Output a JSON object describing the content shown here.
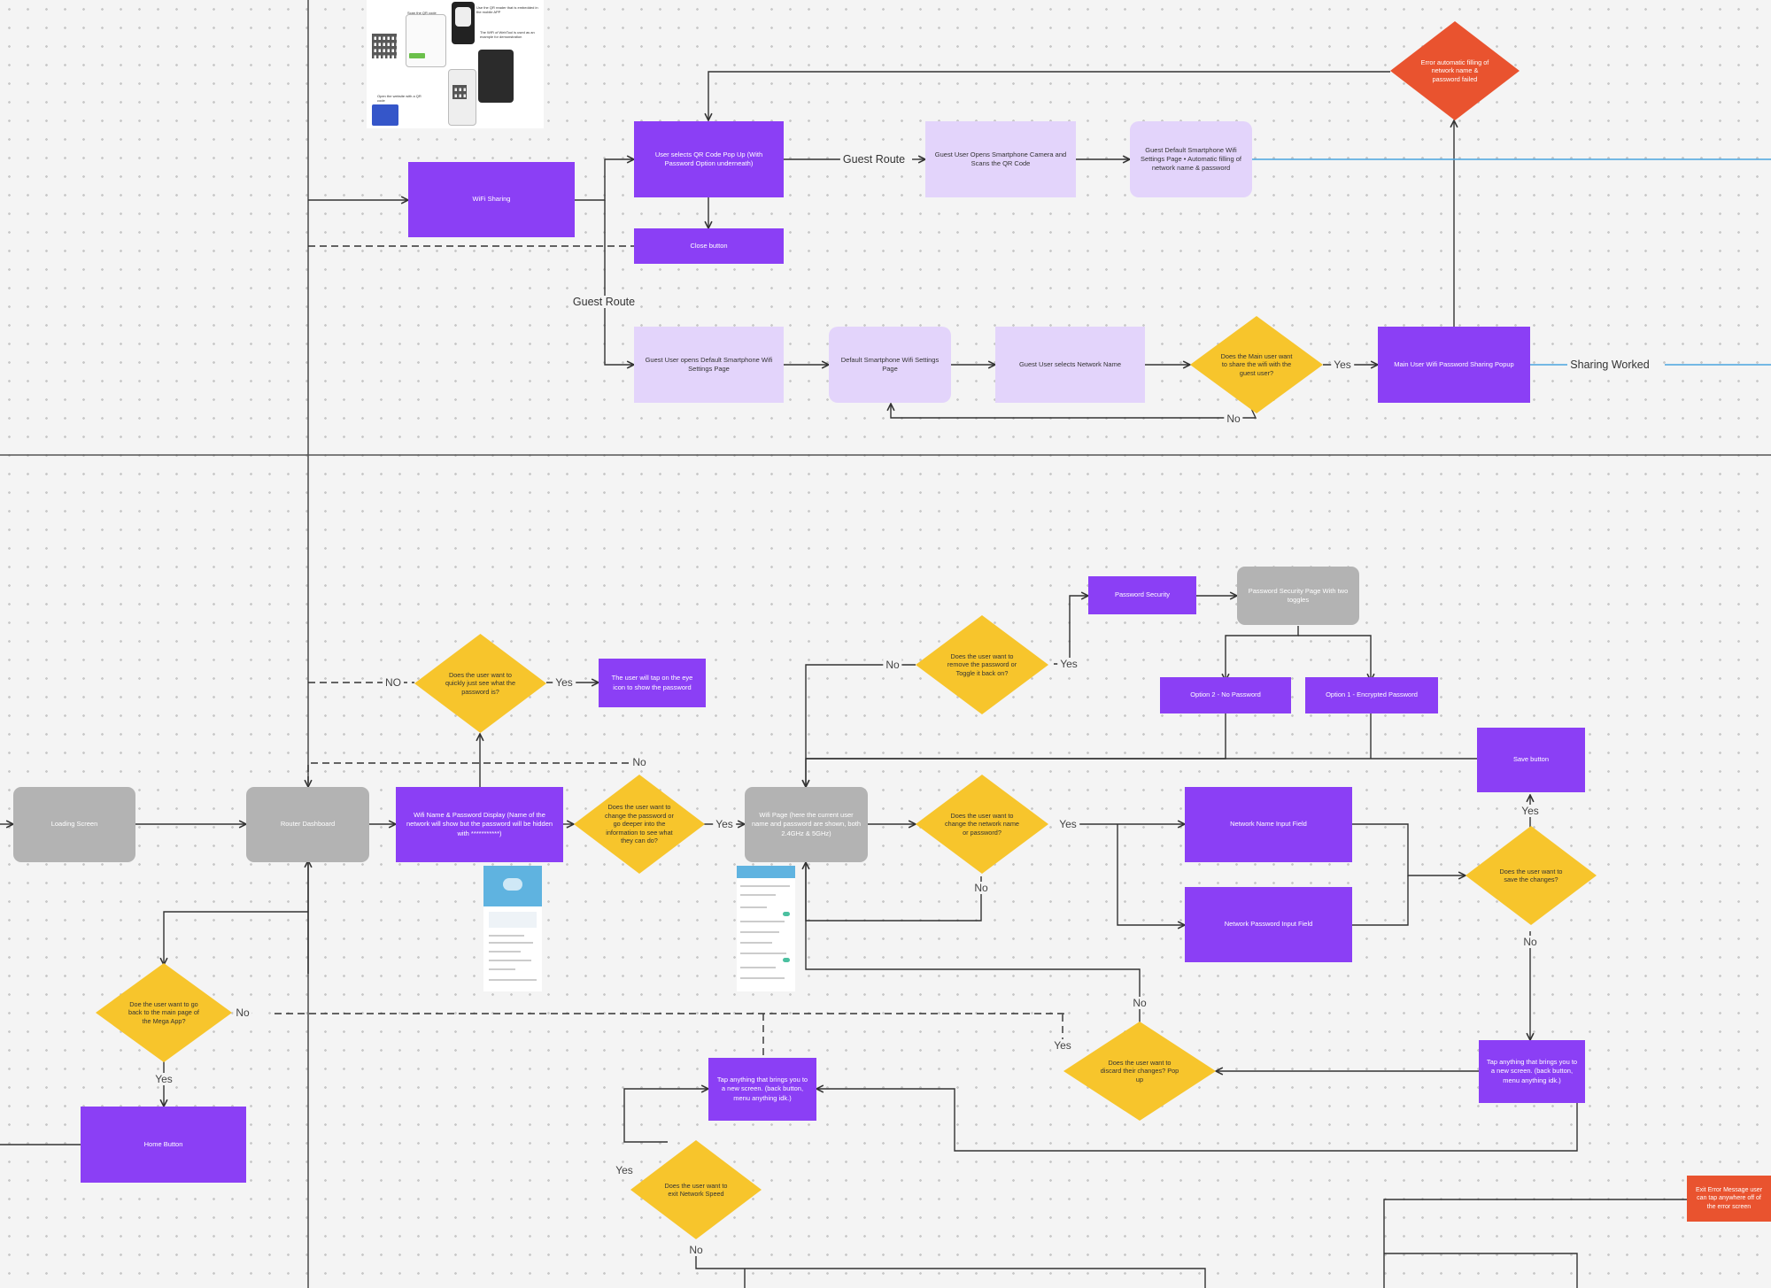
{
  "colors": {
    "purple": "#8b3ff5",
    "lilac": "#e3d4fb",
    "gray": "#b3b3b3",
    "yellow": "#f7c52c",
    "red": "#e9532f",
    "blue_line": "#4aa3df"
  },
  "nodes": {
    "wifi_sharing": "WiFi Sharing",
    "qr_popup": "User selects QR Code Pop Up (With Password Option underneath)",
    "close_button": "Close button",
    "guest_camera": "Guest User Opens Smartphone Camera and Scans the QR Code",
    "guest_default_settings": "Guest Default Smartphone Wifi Settings Page • Automatic filling of network name & password",
    "error_autofill": "Error automatic filling of network name & password failed",
    "guest_opens_default": "Guest User opens Default Smartphone Wifi Settings Page",
    "default_wifi_settings": "Default Smartphone Wifi Settings Page",
    "guest_selects_network": "Guest User selects Network Name",
    "main_user_share_q": "Does the Main user want to share the wifi with the guest user?",
    "main_user_popup": "Main User Wifi Password Sharing Popup",
    "loading_screen": "Loading Screen",
    "router_dashboard": "Router Dashboard",
    "wifi_name_display": "Wifi Name & Password Display (Name of the network will show but the password will be hidden with ***********)",
    "see_password_q": "Does the user want to quickly just see what the password is?",
    "eye_icon": "The user will tap on the eye icon to show the password",
    "change_deeper_q": "Does the user want to change the password or go deeper into the information to see what they can do?",
    "wifi_page": "Wifi Page (here the current user name and password are shown, both 2.4GHz & 5GHz)",
    "remove_password_q": "Does the user want to remove the password or Toggle it back on?",
    "password_security": "Password Security",
    "password_security_page": "Password Security Page With two toggles",
    "option2": "Option 2 - No Password",
    "option1": "Option 1 - Encrypted Password",
    "save_button": "Save button",
    "change_name_q": "Does the user want to change the network name or password?",
    "network_name_field": "Network Name Input Field",
    "network_password_field": "Network Password Input Field",
    "save_changes_q": "Does the user want to save the changes?",
    "tap_anything_right": "Tap anything that brings you to a new screen. (back button, menu anything idk.)",
    "discard_q": "Does the user want to discard their changes? Pop up",
    "tap_anything_mid": "Tap anything that brings you to a new screen. (back button, menu anything idk.)",
    "go_back_q": "Doe the user want to go back to the main page of the Mega App?",
    "home_button": "Home Button",
    "exit_network_speed_q": "Does the user want to exit Network Speed",
    "exit_error": "Exit Error Message user can tap anywhere off of the error screen"
  },
  "labels": {
    "guest_route_top": "Guest Route",
    "guest_route_mid": "Guest Route",
    "yes": "Yes",
    "no": "No",
    "no_caps": "NO",
    "sharing_worked": "Sharing Worked"
  },
  "thumbnail": {
    "scan_qr": "Scan the QR code",
    "use_reader": "Use the QR reader that is embedded in the mobile APP",
    "wifi_app_note": "The WiFi of WebTool is used as an example for demonstration",
    "open_website": "Open the website with a QR code"
  }
}
